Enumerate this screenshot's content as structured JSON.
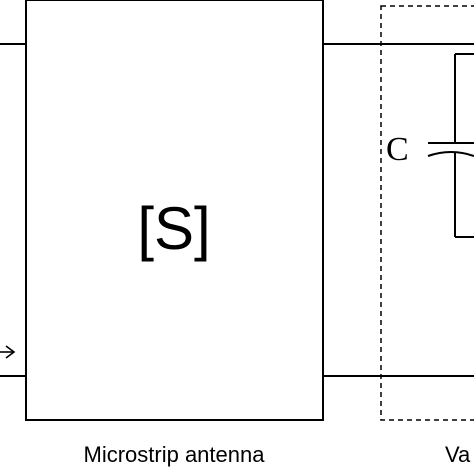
{
  "block": {
    "symbol": "[S]",
    "caption": "Microstrip antenna"
  },
  "varactor": {
    "capacitor_label": "C",
    "caption_partial": "Va"
  }
}
